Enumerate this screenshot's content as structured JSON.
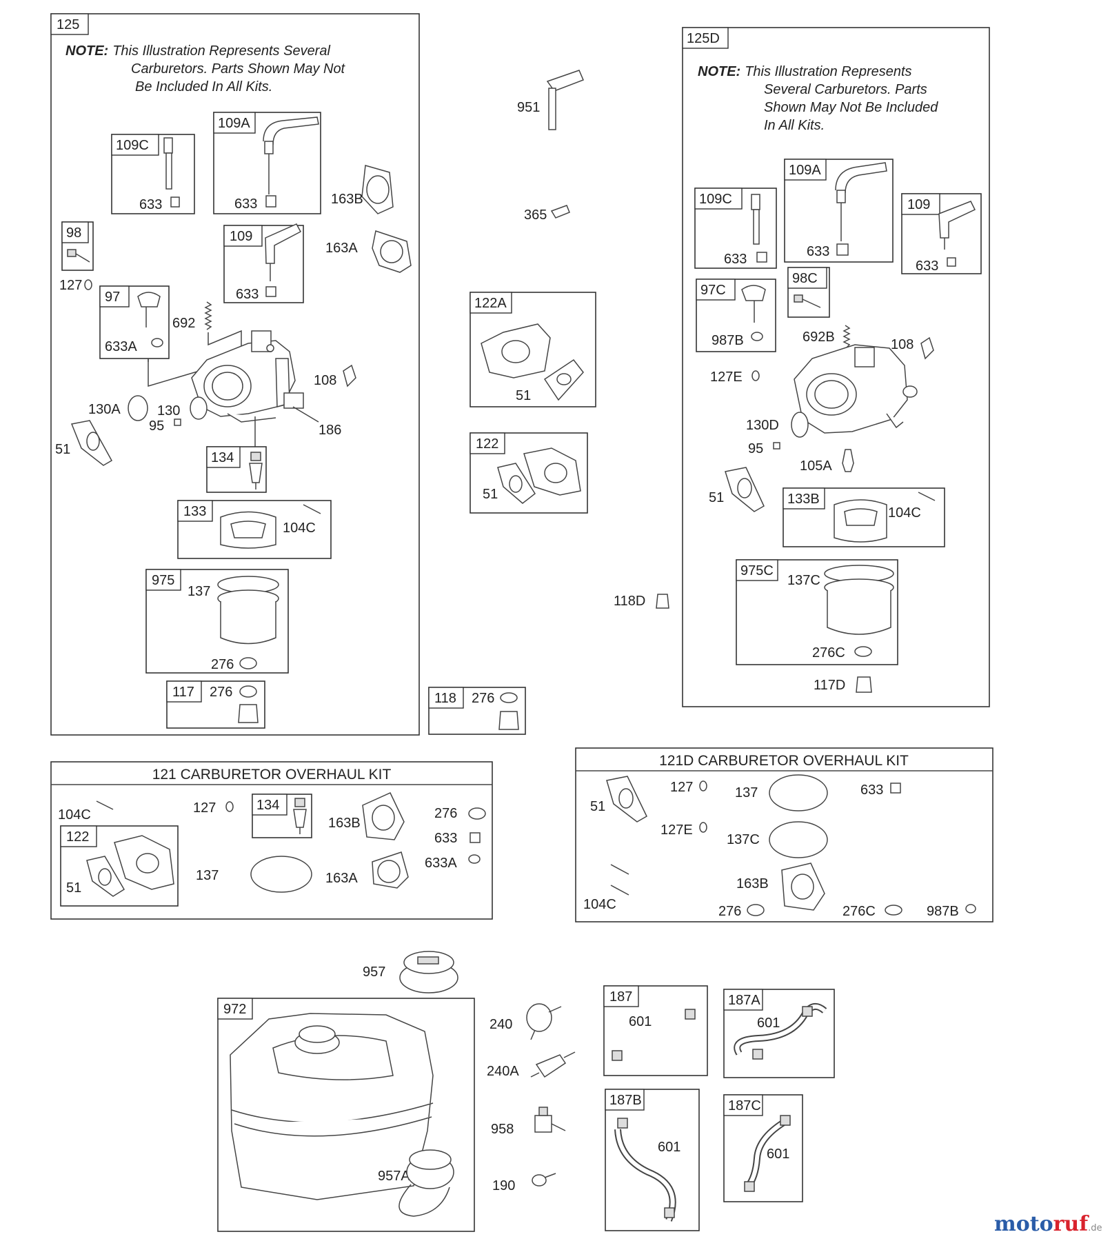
{
  "note": {
    "prefix": "NOTE:",
    "lines_125": [
      "This Illustration Represents Several",
      "Carburetors. Parts Shown May Not",
      "Be Included In All Kits."
    ],
    "lines_125d": [
      "This Illustration Represents",
      "Several Carburetors. Parts",
      "Shown May Not Be Included",
      "In All Kits."
    ]
  },
  "groups": {
    "g125": "125",
    "g125d": "125D",
    "g121": "121 CARBURETOR OVERHAUL KIT",
    "g121d": "121D CARBURETOR OVERHAUL KIT"
  },
  "tabs": {
    "t109c": "109C",
    "t109a": "109A",
    "t98": "98",
    "t109": "109",
    "t97": "97",
    "t134": "134",
    "t133": "133",
    "t975": "975",
    "t117": "117",
    "t122a": "122A",
    "t122": "122",
    "t118": "118",
    "t109c_d": "109C",
    "t109a_d": "109A",
    "t109_d": "109",
    "t97c": "97C",
    "t98c": "98C",
    "t133b": "133B",
    "t975c": "975C",
    "t134_kit": "134",
    "t122_kit": "122",
    "t972": "972",
    "t187": "187",
    "t187a": "187A",
    "t187b": "187B",
    "t187c": "187C"
  },
  "labels": {
    "l633_109c": "633",
    "l633_109a": "633",
    "l163b": "163B",
    "l163a": "163A",
    "l127o": "127",
    "l633_109": "633",
    "l692": "692",
    "l633a": "633A",
    "l108": "108",
    "l130a": "130A",
    "l130": "130",
    "l95": "95",
    "l186": "186",
    "l51": "51",
    "l104c": "104C",
    "l137": "137",
    "l276_975": "276",
    "l276_117": "276",
    "l951": "951",
    "l365": "365",
    "l51_122a": "51",
    "l51_122": "51",
    "l118d": "118D",
    "l276_118": "276",
    "l633_109c_d": "633",
    "l633_109a_d": "633",
    "l633_109_d": "633",
    "l987b": "987B",
    "l692b": "692B",
    "l108_d": "108",
    "l127e": "127E",
    "l130d": "130D",
    "l95_d": "95",
    "l105a": "105A",
    "l51_d": "51",
    "l104c_d": "104C",
    "l137c": "137C",
    "l276c": "276C",
    "l117d": "117D",
    "k104c": "104C",
    "k127": "127",
    "k163b": "163B",
    "k276": "276",
    "k633": "633",
    "k633a": "633A",
    "k51": "51",
    "k137": "137",
    "k163a": "163A",
    "d51": "51",
    "d127": "127",
    "d137": "137",
    "d633": "633",
    "d127e": "127E",
    "d137c": "137C",
    "d104c": "104C",
    "d163b": "163B",
    "d276": "276",
    "d276c": "276C",
    "d987b": "987B",
    "l957": "957",
    "l240": "240",
    "l240a": "240A",
    "l958": "958",
    "l190": "190",
    "l957a": "957A",
    "l601_187": "601",
    "l601_187a": "601",
    "l601_187b": "601",
    "l601_187c": "601"
  },
  "watermark": {
    "brand_a": "moto",
    "brand_b": "ruf",
    "tld": ".de"
  },
  "colors": {
    "watermark_blue": "#2a5ca8",
    "watermark_red": "#d9232d"
  }
}
